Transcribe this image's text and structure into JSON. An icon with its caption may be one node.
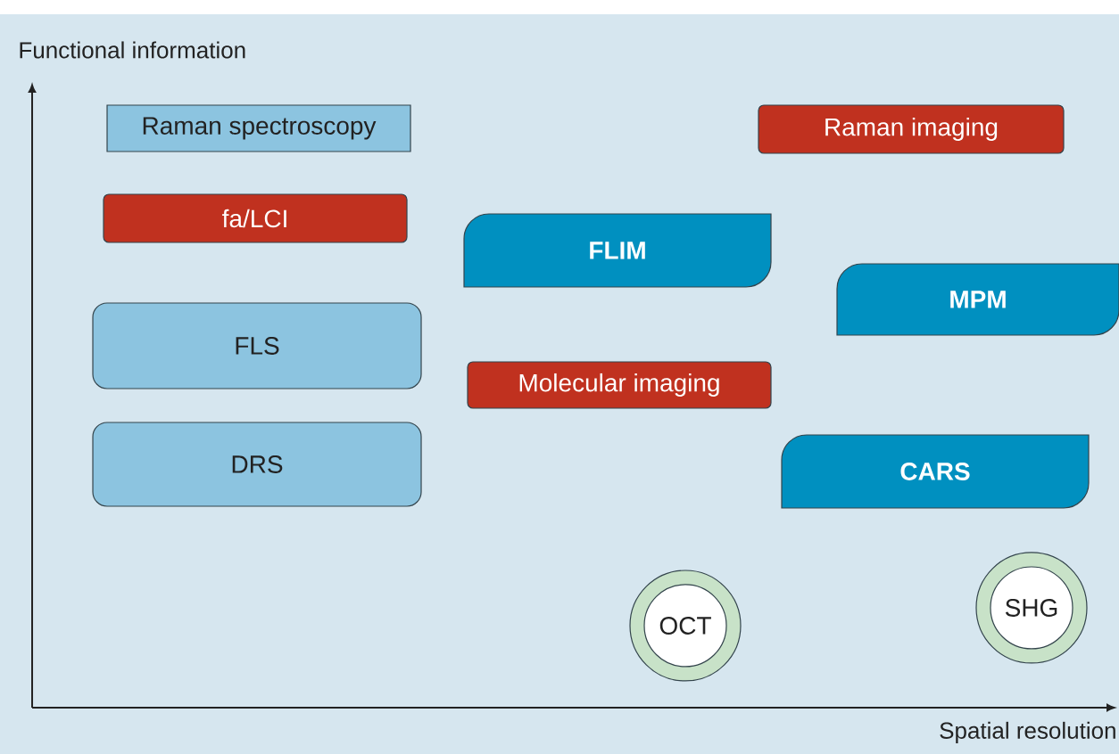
{
  "diagram": {
    "nodes": [
      {
        "text": [
          "Raman spectroscopy"
        ]
      },
      {
        "text": [
          "Raman imaging"
        ]
      },
      {
        "text": [
          "fa/LCI"
        ]
      },
      {
        "text": [
          "FLIM"
        ]
      },
      {
        "text": [
          "MPM"
        ]
      },
      {
        "text": [
          "FLS"
        ]
      },
      {
        "text": [
          "Molecular imaging"
        ]
      },
      {
        "text": [
          "DRS"
        ]
      },
      {
        "text": [
          "CARS"
        ]
      },
      {
        "text": [
          "OCT"
        ]
      },
      {
        "text": [
          "SHG"
        ]
      }
    ],
    "labels": [
      "Functional information",
      "Spatial resolution"
    ]
  }
}
